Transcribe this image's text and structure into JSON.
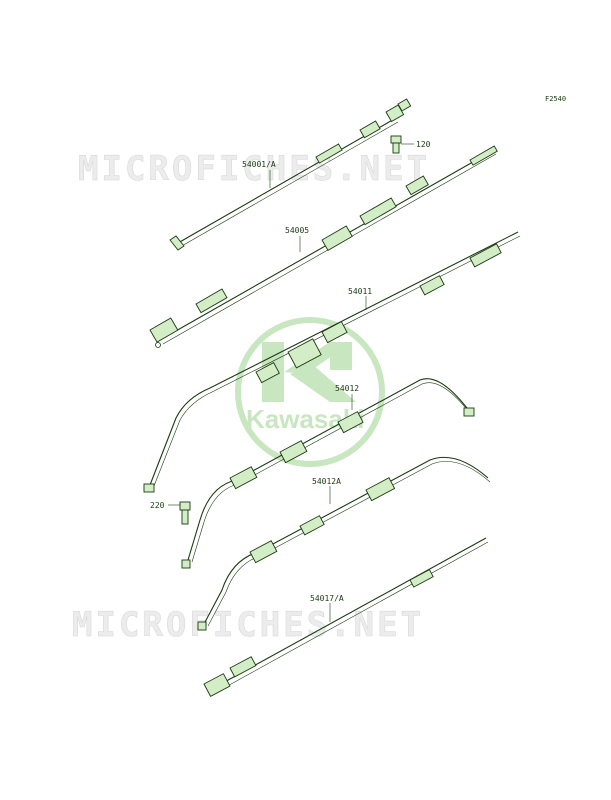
{
  "figure_code": "F2540",
  "watermark": {
    "text": "MICROFICHES.NET"
  },
  "logo": {
    "text": "Kawasaki"
  },
  "parts": [
    {
      "ref": "54001/A"
    },
    {
      "ref": "120"
    },
    {
      "ref": "54005"
    },
    {
      "ref": "54011"
    },
    {
      "ref": "54012"
    },
    {
      "ref": "220"
    },
    {
      "ref": "54012A"
    },
    {
      "ref": "54017/A"
    }
  ],
  "colors": {
    "line": "#1a3a10",
    "sleeve_fill": "#d3edc6",
    "logo": "#c8e6c0",
    "watermark": "#ececec"
  }
}
